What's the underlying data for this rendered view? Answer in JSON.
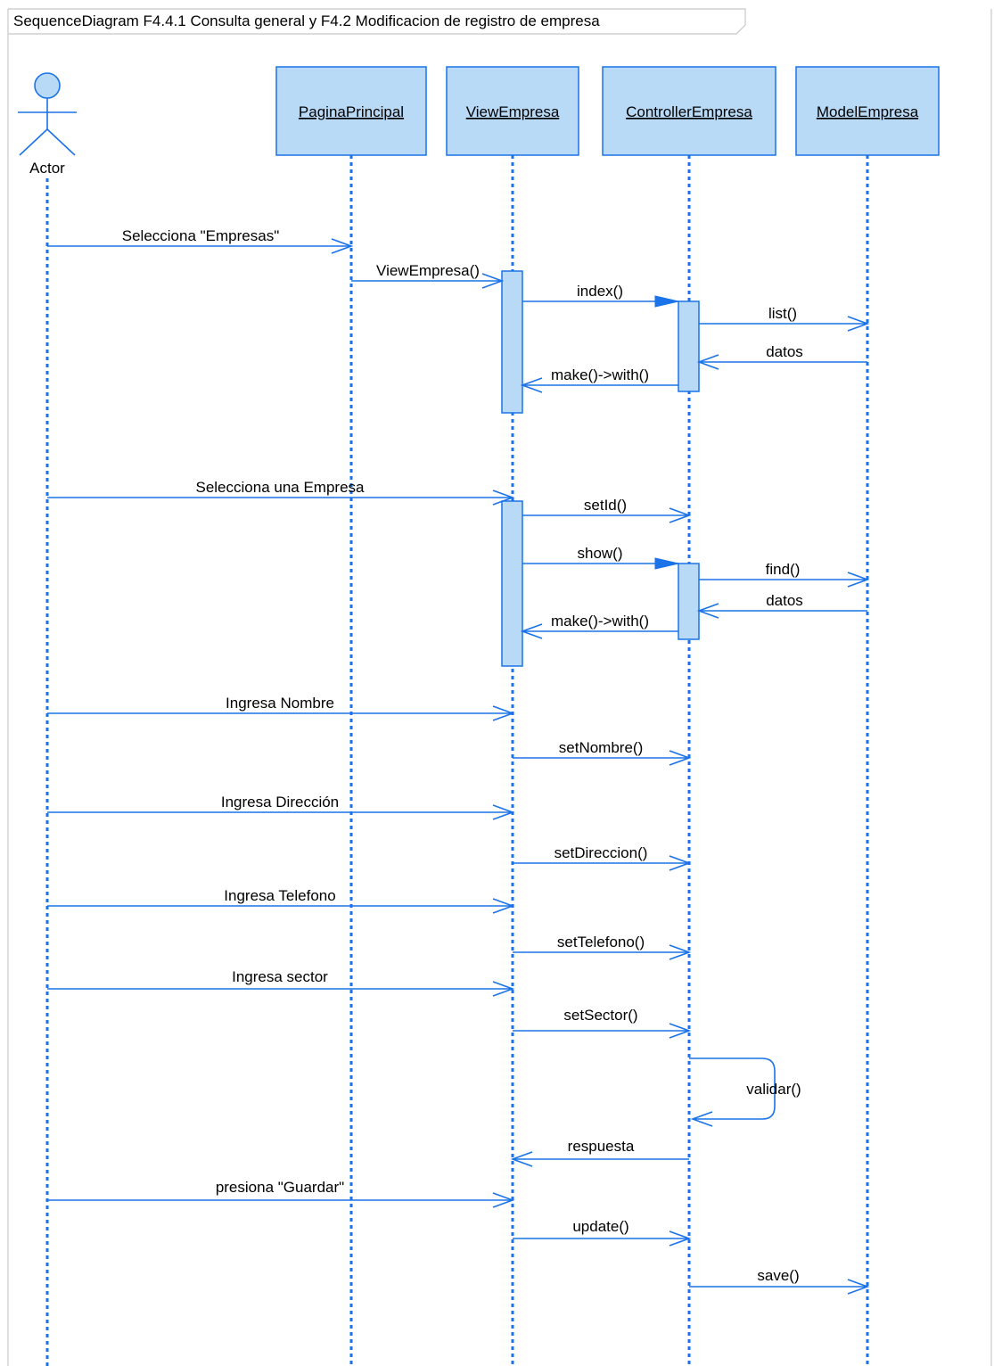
{
  "frame": {
    "title": "SequenceDiagram F4.4.1 Consulta general y F4.2 Modificacion de registro de empresa"
  },
  "colors": {
    "line": "#1a73e8",
    "box_fill": "#b9daf7",
    "frame_border": "#c8c8c8"
  },
  "actor": {
    "label": "Actor"
  },
  "lifelines": [
    {
      "id": "pagina",
      "label": "PaginaPrincipal"
    },
    {
      "id": "view",
      "label": "ViewEmpresa"
    },
    {
      "id": "controller",
      "label": "ControllerEmpresa"
    },
    {
      "id": "model",
      "label": "ModelEmpresa"
    }
  ],
  "messages": [
    {
      "from": "actor",
      "to": "pagina",
      "label": "Selecciona \"Empresas\"",
      "kind": "async"
    },
    {
      "from": "pagina",
      "to": "view",
      "label": "ViewEmpresa()",
      "kind": "async"
    },
    {
      "from": "view",
      "to": "controller",
      "label": "index()",
      "kind": "sync"
    },
    {
      "from": "controller",
      "to": "model",
      "label": "list()",
      "kind": "async"
    },
    {
      "from": "model",
      "to": "controller",
      "label": "datos",
      "kind": "async"
    },
    {
      "from": "controller",
      "to": "view",
      "label": "make()->with()",
      "kind": "async"
    },
    {
      "from": "actor",
      "to": "view",
      "label": "Selecciona una Empresa",
      "kind": "async"
    },
    {
      "from": "view",
      "to": "controller",
      "label": "setId()",
      "kind": "async"
    },
    {
      "from": "view",
      "to": "controller",
      "label": "show()",
      "kind": "sync"
    },
    {
      "from": "controller",
      "to": "model",
      "label": "find()",
      "kind": "async"
    },
    {
      "from": "model",
      "to": "controller",
      "label": "datos",
      "kind": "async"
    },
    {
      "from": "controller",
      "to": "view",
      "label": "make()->with()",
      "kind": "async"
    },
    {
      "from": "actor",
      "to": "view",
      "label": "Ingresa Nombre",
      "kind": "async"
    },
    {
      "from": "view",
      "to": "controller",
      "label": "setNombre()",
      "kind": "async"
    },
    {
      "from": "actor",
      "to": "view",
      "label": "Ingresa Dirección",
      "kind": "async"
    },
    {
      "from": "view",
      "to": "controller",
      "label": "setDireccion()",
      "kind": "async"
    },
    {
      "from": "actor",
      "to": "view",
      "label": "Ingresa Telefono",
      "kind": "async"
    },
    {
      "from": "view",
      "to": "controller",
      "label": "setTelefono()",
      "kind": "async"
    },
    {
      "from": "actor",
      "to": "view",
      "label": "Ingresa sector",
      "kind": "async"
    },
    {
      "from": "view",
      "to": "controller",
      "label": "setSector()",
      "kind": "async"
    },
    {
      "from": "controller",
      "to": "controller",
      "label": "validar()",
      "kind": "self"
    },
    {
      "from": "controller",
      "to": "view",
      "label": "respuesta",
      "kind": "async"
    },
    {
      "from": "actor",
      "to": "view",
      "label": "presiona \"Guardar\"",
      "kind": "async"
    },
    {
      "from": "view",
      "to": "controller",
      "label": "update()",
      "kind": "async"
    },
    {
      "from": "controller",
      "to": "model",
      "label": "save()",
      "kind": "async"
    }
  ]
}
